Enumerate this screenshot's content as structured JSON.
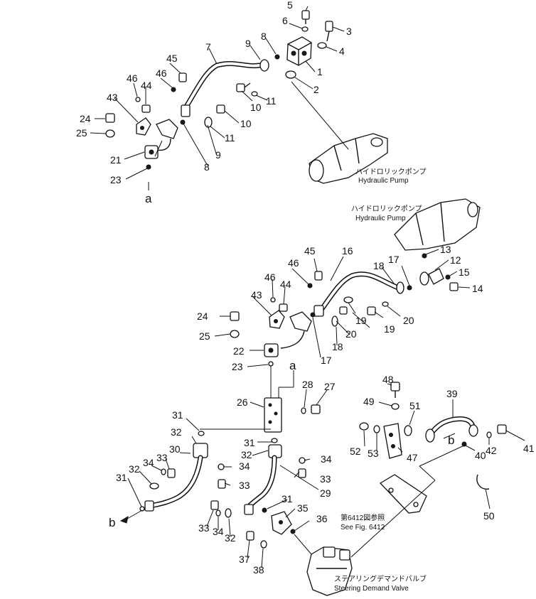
{
  "captions": {
    "hydraulic_pump_top_jp": "ハイドロリックポンプ",
    "hydraulic_pump_top_en": "Hydraulic Pump",
    "hydraulic_pump_mid_jp": "ハイドロリックポンプ",
    "hydraulic_pump_mid_en": "Hydraulic Pump",
    "see_fig_jp": "第6412図参照",
    "see_fig_en": "See Fig. 6412",
    "steering_valve_jp": "ステアリングデマンドバルブ",
    "steering_valve_en": "Steering Demand Valve"
  },
  "connection_letters": {
    "a_top": "a",
    "a_mid": "a",
    "b_left": "b",
    "b_right": "b"
  },
  "callouts": {
    "c5": "5",
    "c6": "6",
    "c3": "3",
    "c4": "4",
    "c1": "1",
    "c2": "2",
    "c7": "7",
    "c8a": "8",
    "c9a": "9",
    "c45a": "45",
    "c46a": "46",
    "c44a": "44",
    "c46b": "46",
    "c43a": "43",
    "c24a": "24",
    "c25a": "25",
    "c21": "21",
    "c23a": "23",
    "c10a": "10",
    "c11a": "11",
    "c10b": "10",
    "c11b": "11",
    "c9b": "9",
    "c8b": "8",
    "c16": "16",
    "c17a": "17",
    "c13": "13",
    "c12": "12",
    "c15": "15",
    "c14": "14",
    "c18a": "18",
    "c45b": "45",
    "c46c": "46",
    "c44b": "44",
    "c46d": "46",
    "c43b": "43",
    "c24b": "24",
    "c25b": "25",
    "c19a": "19",
    "c20a": "20",
    "c19b": "19",
    "c20b": "20",
    "c18b": "18",
    "c17b": "17",
    "c22": "22",
    "c23b": "23",
    "c28": "28",
    "c27": "27",
    "c26": "26",
    "c48": "48",
    "c49": "49",
    "c51": "51",
    "c39": "39",
    "c31a": "31",
    "c32a": "32",
    "c30": "30",
    "c31b": "31",
    "c32b": "32",
    "c34a": "34",
    "c33a": "33",
    "c34b": "34",
    "c33b": "33",
    "c32c": "32",
    "c34c": "34",
    "c33c": "33",
    "c31c": "31",
    "c29": "29",
    "c52": "52",
    "c53": "53",
    "c47": "47",
    "c40": "40",
    "c42": "42",
    "c41": "41",
    "c50": "50",
    "c31d": "31",
    "c35": "35",
    "c36": "36",
    "c33d": "33",
    "c34d": "34",
    "c32d": "32",
    "c37": "37",
    "c38": "38"
  }
}
